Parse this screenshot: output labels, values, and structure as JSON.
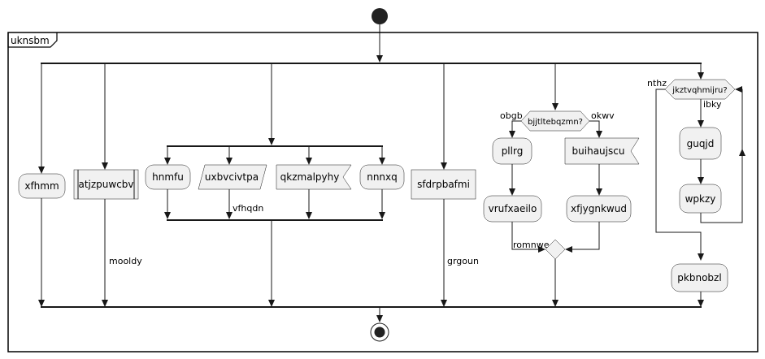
{
  "partition": {
    "title": "uknsbm"
  },
  "activities": {
    "xfhmm": "xfhmm",
    "atjzpuwcbv": "atjzpuwcbv",
    "hnmfu": "hnmfu",
    "uxbvcivtpa": "uxbvcivtpa",
    "qkzmalpyhy": "qkzmalpyhy",
    "nnnxq": "nnnxq",
    "sfdrpbafmi": "sfdrpbafmi",
    "pllrg": "pllrg",
    "vrufxaeilo": "vrufxaeilo",
    "buihaujscu": "buihaujscu",
    "xfjygnkwud": "xfjygnkwud",
    "guqjd": "guqjd",
    "wpkzy": "wpkzy",
    "pkbnobzl": "pkbnobzl"
  },
  "decisions": {
    "if_condition": "bjjtltebqzmn?",
    "if_then": "obgb",
    "if_else": "okwv",
    "if_merge_label": "romnwe",
    "while_condition": "jkztvqhmijru?",
    "while_yes": "ibky",
    "while_exit": "nthz"
  },
  "edge_labels": {
    "vfhqdn": "vfhqdn",
    "mooldy": "mooldy",
    "grgoun": "grgoun"
  }
}
